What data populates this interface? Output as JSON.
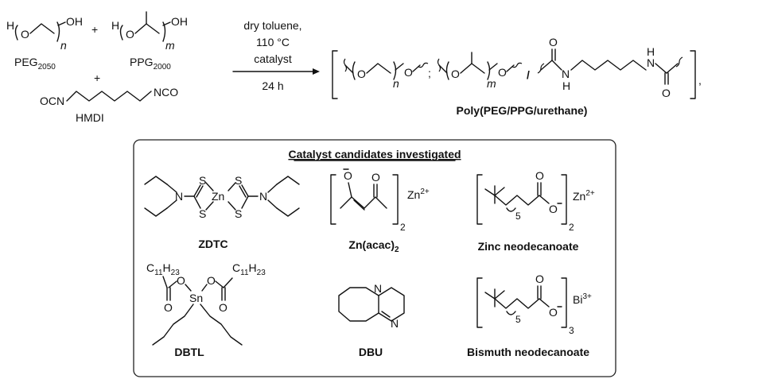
{
  "reactants": {
    "peg": {
      "label": "PEG",
      "sub": "2050",
      "repeat": "n"
    },
    "ppg": {
      "label": "PPG",
      "sub": "2000",
      "repeat": "m"
    },
    "hmdi": {
      "label": "HMDI",
      "left_group": "OCN",
      "right_group": "NCO"
    },
    "plus": "+"
  },
  "atoms": {
    "H": "H",
    "O": "O",
    "OH": "OH",
    "N": "N",
    "S": "S",
    "Zn": "Zn",
    "Sn": "Sn"
  },
  "conditions": {
    "solvent": "dry toluene,",
    "temperature": "110 °C",
    "catalyst": "catalyst",
    "time": "24 h"
  },
  "product": {
    "name": "Poly(PEG/PPG/urethane)",
    "separator_semicolon": ";",
    "separator_slash": "/",
    "repeat_n": "n",
    "repeat_m": "m",
    "trailing_mark": ","
  },
  "catalyst_box": {
    "title": "Catalyst candidates investigated",
    "candidates": [
      {
        "name": "ZDTC"
      },
      {
        "name": "Zn(acac)",
        "sub": "2",
        "counter_ion": "Zn",
        "charge": "2+",
        "bracket_sub": "2"
      },
      {
        "name": "Zinc neodecanoate",
        "counter_ion": "Zn",
        "charge": "2+",
        "bracket_sub": "2",
        "chain_sub": "5"
      },
      {
        "name": "DBTL",
        "chain": "C",
        "chain_sub1": "11",
        "chain_h": "H",
        "chain_sub2": "23"
      },
      {
        "name": "DBU"
      },
      {
        "name": "Bismuth neodecanoate",
        "counter_ion": "Bi",
        "charge": "3+",
        "bracket_sub": "3",
        "chain_sub": "5"
      }
    ]
  }
}
